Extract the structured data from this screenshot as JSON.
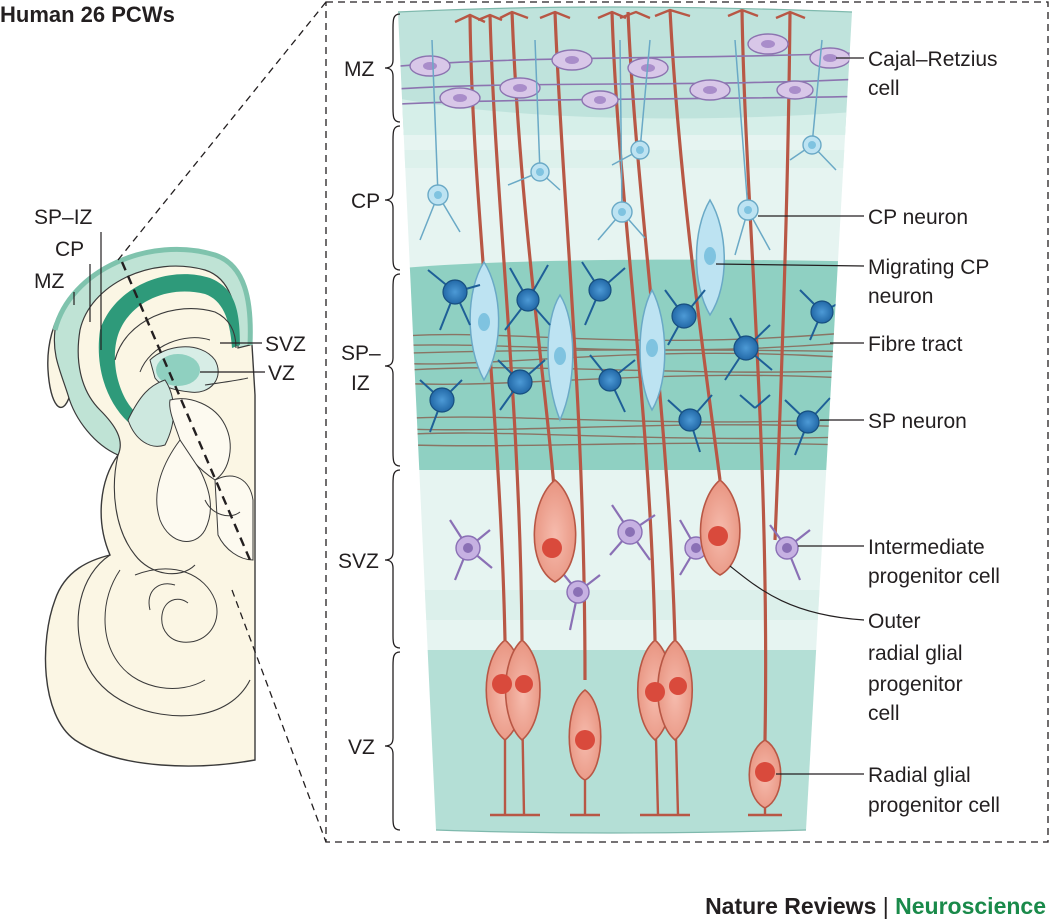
{
  "title": "Human 26 PCWs",
  "section_labels": {
    "left": {
      "sp_iz": "SP–IZ",
      "cp": "CP",
      "mz": "MZ",
      "svz": "SVZ",
      "vz": "VZ"
    },
    "zones": {
      "mz": "MZ",
      "cp": "CP",
      "sp_iz_line1": "SP–",
      "sp_iz_line2": "IZ",
      "svz": "SVZ",
      "vz": "VZ"
    }
  },
  "callouts": {
    "cajal_retzius_1": "Cajal–Retzius",
    "cajal_retzius_2": "cell",
    "cp_neuron": "CP neuron",
    "migrating_cp_1": "Migrating CP",
    "migrating_cp_2": "neuron",
    "fibre_tract": "Fibre tract",
    "sp_neuron": "SP neuron",
    "intermediate_1": "Intermediate",
    "intermediate_2": "progenitor cell",
    "outer_rg_1": "Outer",
    "outer_rg_2": "radial glial",
    "outer_rg_3": "progenitor",
    "outer_rg_4": "cell",
    "radial_glial_1": "Radial glial",
    "radial_glial_2": "progenitor cell"
  },
  "credit": {
    "journal": "Nature Reviews",
    "separator": " | ",
    "subject": "Neuroscience"
  },
  "colors": {
    "mz_band": "#bfe3dc",
    "cp_band": "#e6f4f1",
    "sp_iz_band": "#8fd0c2",
    "svz_band": "#e6f4f1",
    "vz_band": "#b4dfd6",
    "radial_glia": "#c9604e",
    "radial_glia_fill": "#f0a896",
    "sp_neuron": "#1f6fb2",
    "cp_neuron": "#9fd0e8",
    "intermediate_progenitor": "#9a7fc0",
    "cajal_retzius": "#c8b4dc",
    "brain_green": "#2e9a7a",
    "credit_accent": "#1a8a4a"
  }
}
